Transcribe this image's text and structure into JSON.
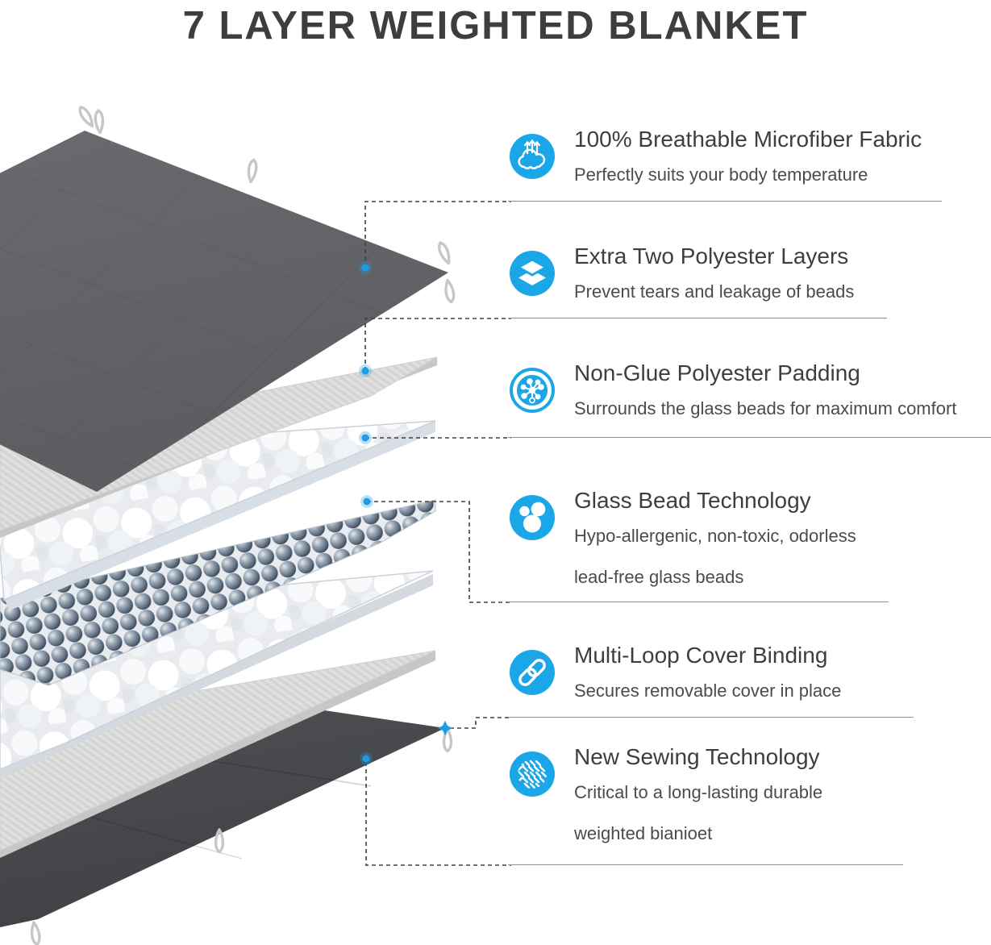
{
  "title": "7 LAYER WEIGHTED BLANKET",
  "colors": {
    "accent_blue": "#1ba6e8",
    "title_text": "#3d3e40",
    "heading_text": "#3c3e40",
    "body_text": "#494b4d",
    "top_cover_gray": "#66676b",
    "bottom_cover_gray": "#4a4c4f",
    "padding_white": "#edeff2",
    "microfiber_gray": "#dadad8",
    "bead_gray": "#68788a",
    "loop_gray": "#c6c8c5",
    "separator_gray": "#8f8f8f"
  },
  "features": [
    {
      "icon": "breathable-cloud-icon",
      "title": "100% Breathable Microfiber Fabric",
      "desc": [
        "Perfectly suits your body temperature"
      ]
    },
    {
      "icon": "stacked-layers-icon",
      "title": "Extra Two Polyester Layers",
      "desc": [
        "Prevent tears and leakage of beads"
      ]
    },
    {
      "icon": "molecule-icon",
      "title": "Non-Glue Polyester Padding",
      "desc": [
        "Surrounds the glass beads for maximum comfort"
      ]
    },
    {
      "icon": "glass-beads-icon",
      "title": "Glass Bead Technology",
      "desc": [
        "Hypo-allergenic, non-toxic, odorless",
        "lead-free glass beads"
      ]
    },
    {
      "icon": "chain-link-icon",
      "title": "Multi-Loop Cover Binding",
      "desc": [
        "Secures removable cover in place"
      ]
    },
    {
      "icon": "weave-stitch-icon",
      "title": "New Sewing Technology",
      "desc": [
        "Critical to a long-lasting durable",
        "weighted bianioet"
      ]
    }
  ],
  "illustration": {
    "layer_count": 7,
    "layers_top_to_bottom": [
      "quilted-top-cover",
      "microfiber-fabric-sheet",
      "polyester-padding-upper",
      "glass-bead-layer",
      "polyester-padding-lower",
      "microfiber-fabric-sheet-lower",
      "quilted-bottom-cover"
    ]
  }
}
